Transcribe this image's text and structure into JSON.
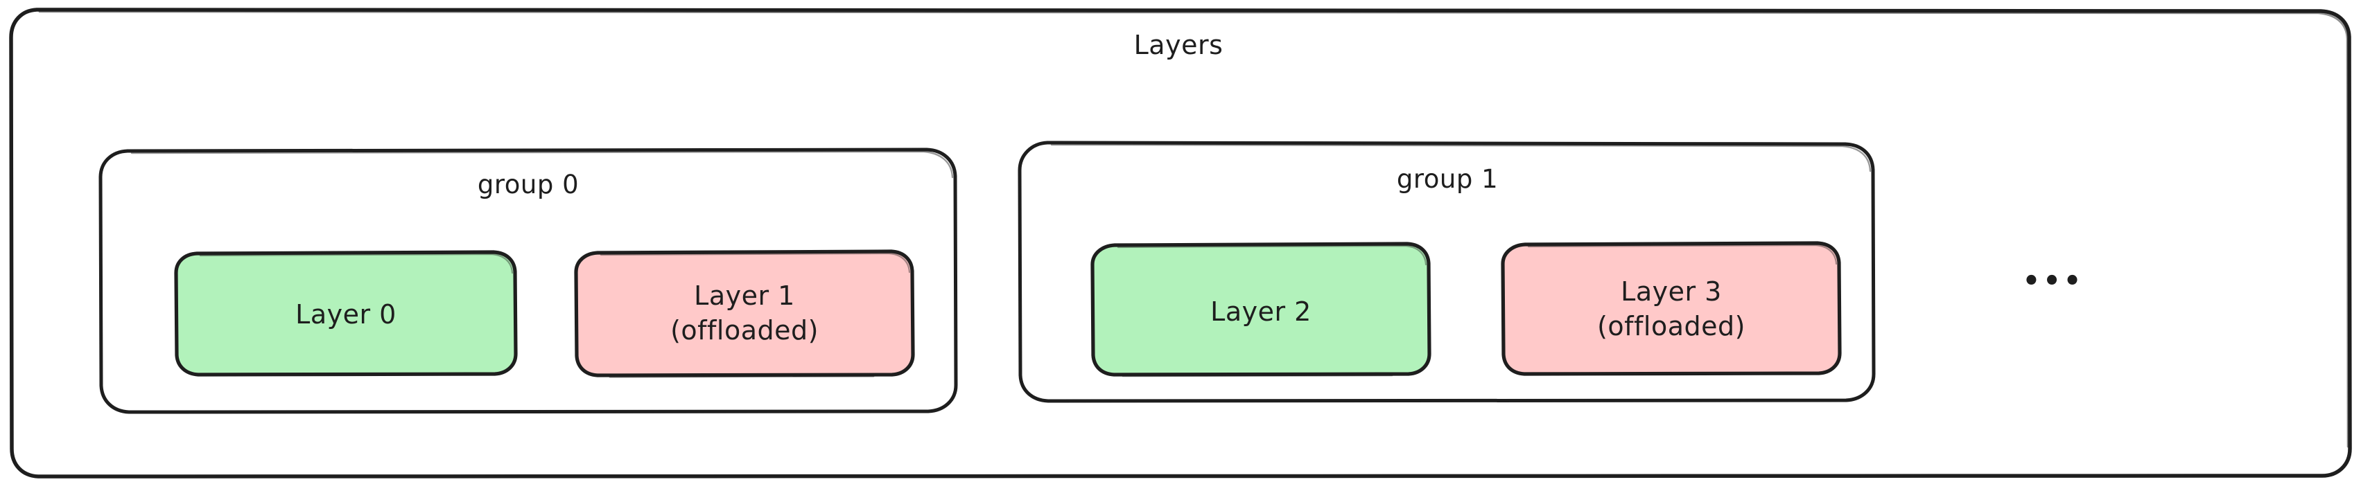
{
  "diagram": {
    "title": "Layers",
    "stroke_color": "#1e1e1e",
    "background_color": "#ffffff",
    "groups": [
      {
        "label": "group 0",
        "layers": [
          {
            "name": "Layer 0",
            "status": "",
            "color": "#b2f2bb",
            "offloaded": false
          },
          {
            "name": "Layer 1",
            "status": "(offloaded)",
            "color": "#ffc9c9",
            "offloaded": true
          }
        ]
      },
      {
        "label": "group 1",
        "layers": [
          {
            "name": "Layer 2",
            "status": "",
            "color": "#b2f2bb",
            "offloaded": false
          },
          {
            "name": "Layer 3",
            "status": "(offloaded)",
            "color": "#ffc9c9",
            "offloaded": true
          }
        ]
      }
    ],
    "continuation": "•••",
    "legend_colors": {
      "resident": "#b2f2bb",
      "offloaded": "#ffc9c9"
    }
  }
}
